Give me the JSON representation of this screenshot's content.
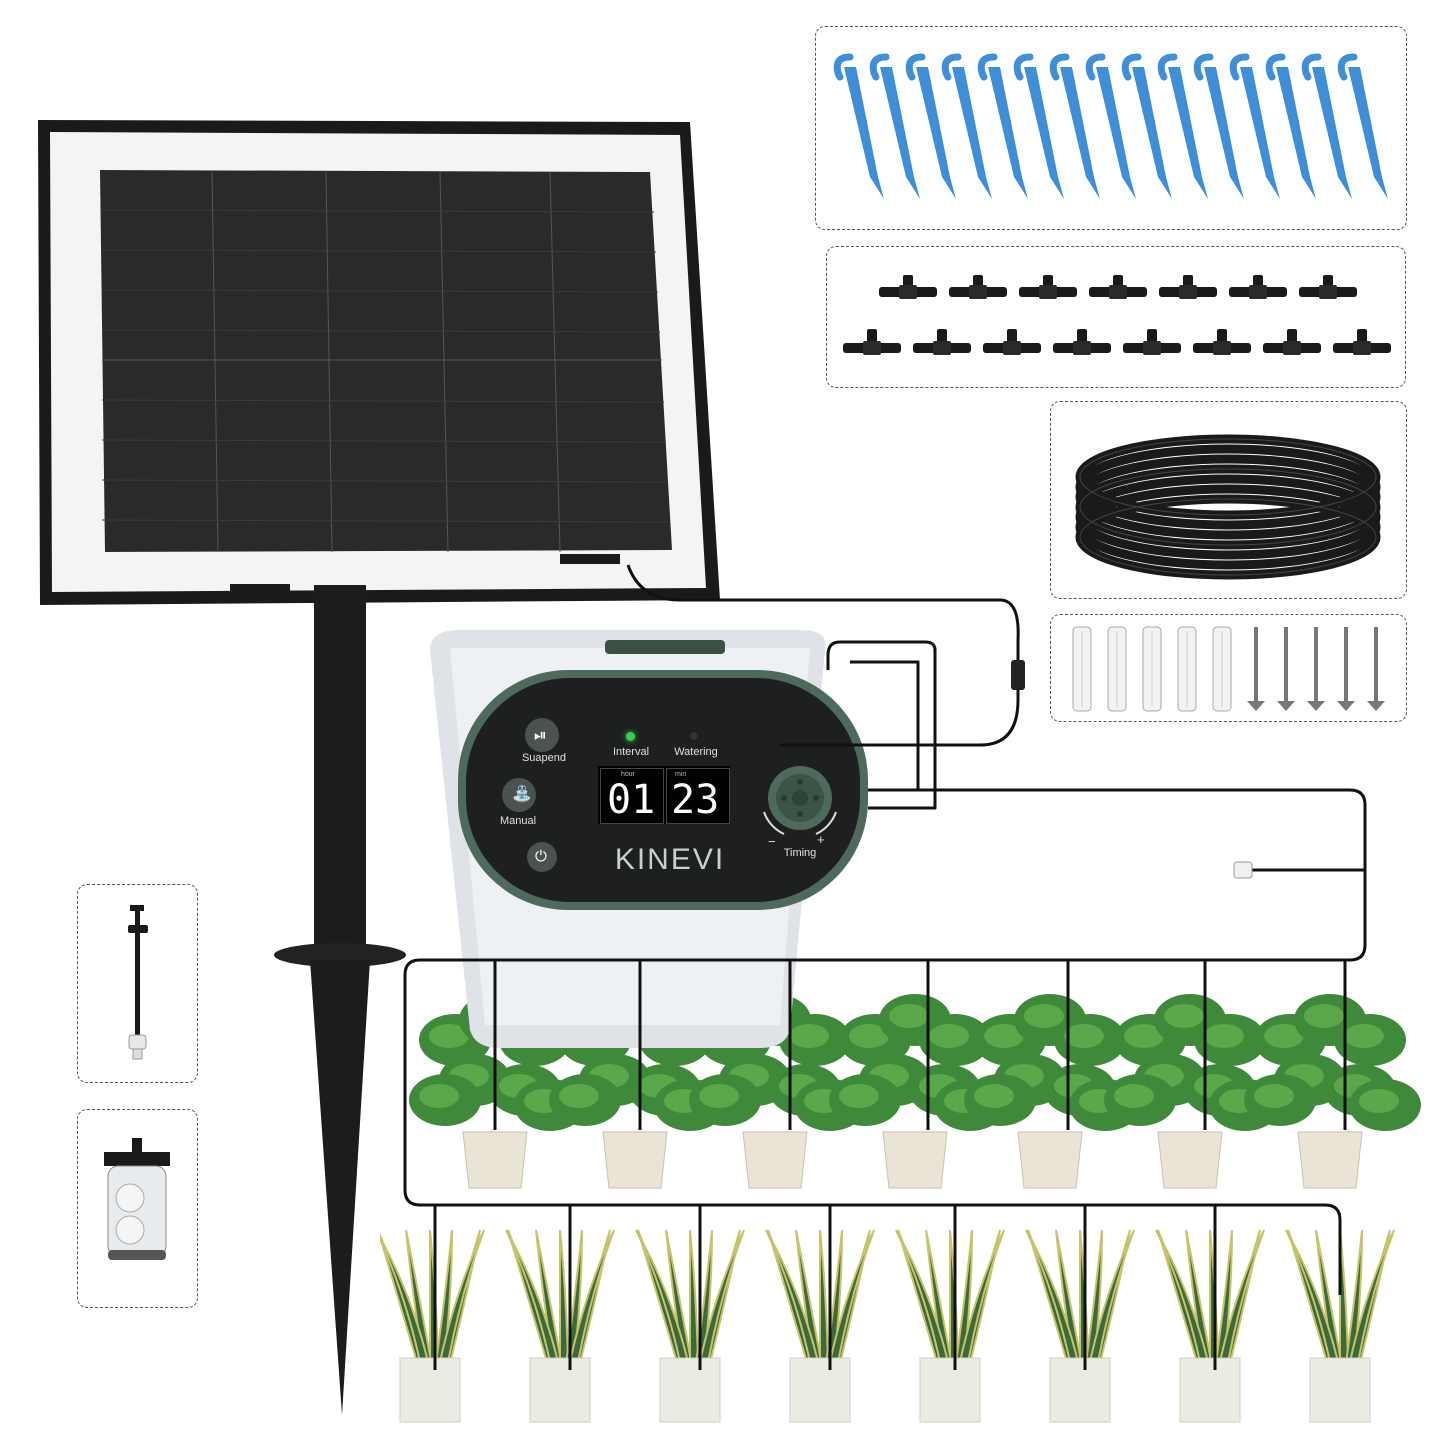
{
  "controller": {
    "brand": "KINEVI",
    "buttons": {
      "suspend": "Suapend",
      "manual": "Manual",
      "power": "power"
    },
    "indicators": {
      "interval": "Interval",
      "watering": "Watering"
    },
    "display": {
      "hour_unit": "hour",
      "min_unit": "min",
      "hours": "01",
      "minutes": "23"
    },
    "dial": {
      "label": "Timing",
      "minus": "−",
      "plus": "+"
    }
  },
  "colors": {
    "drip_stake": "#3f8fd8",
    "panel_frame": "#1a1a1a",
    "controller_green": "#4d6a5c",
    "led_green": "#2fd04a",
    "tubing": "#111111"
  },
  "accessories": {
    "drip_stakes_count": 15,
    "tee_connectors_count": 15,
    "wall_anchors_count": 5,
    "screws_count": 5
  }
}
